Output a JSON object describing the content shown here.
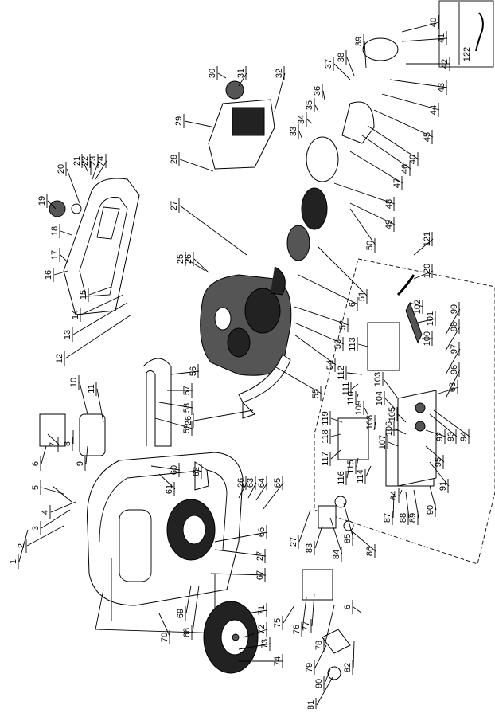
{
  "diagram": {
    "callouts": [
      {
        "n": "1",
        "t": "1"
      },
      {
        "n": "2",
        "t": "2"
      },
      {
        "n": "3",
        "t": "3"
      },
      {
        "n": "4",
        "t": "4"
      },
      {
        "n": "5",
        "t": "5"
      },
      {
        "n": "6a",
        "t": "6"
      },
      {
        "n": "7",
        "t": "7"
      },
      {
        "n": "8",
        "t": "8"
      },
      {
        "n": "9",
        "t": "9"
      },
      {
        "n": "10",
        "t": "10"
      },
      {
        "n": "11",
        "t": "11"
      },
      {
        "n": "12",
        "t": "12"
      },
      {
        "n": "13",
        "t": "13"
      },
      {
        "n": "14",
        "t": "14"
      },
      {
        "n": "15",
        "t": "15"
      },
      {
        "n": "16",
        "t": "16"
      },
      {
        "n": "17",
        "t": "17"
      },
      {
        "n": "18",
        "t": "18"
      },
      {
        "n": "19",
        "t": "19"
      },
      {
        "n": "20",
        "t": "20"
      },
      {
        "n": "21",
        "t": "21"
      },
      {
        "n": "22",
        "t": "22"
      },
      {
        "n": "23",
        "t": "23"
      },
      {
        "n": "24",
        "t": "24"
      },
      {
        "n": "25",
        "t": "25"
      },
      {
        "n": "26a",
        "t": "26"
      },
      {
        "n": "27a",
        "t": "27"
      },
      {
        "n": "28",
        "t": "28"
      },
      {
        "n": "29",
        "t": "29"
      },
      {
        "n": "30",
        "t": "30"
      },
      {
        "n": "31",
        "t": "31"
      },
      {
        "n": "32",
        "t": "32"
      },
      {
        "n": "33",
        "t": "33"
      },
      {
        "n": "34",
        "t": "34"
      },
      {
        "n": "35",
        "t": "35"
      },
      {
        "n": "36",
        "t": "36"
      },
      {
        "n": "37",
        "t": "37"
      },
      {
        "n": "38",
        "t": "38"
      },
      {
        "n": "39",
        "t": "39"
      },
      {
        "n": "40a",
        "t": "40"
      },
      {
        "n": "41",
        "t": "41"
      },
      {
        "n": "42",
        "t": "42"
      },
      {
        "n": "43",
        "t": "43"
      },
      {
        "n": "44",
        "t": "44"
      },
      {
        "n": "45",
        "t": "45"
      },
      {
        "n": "40b",
        "t": "40"
      },
      {
        "n": "46",
        "t": "46"
      },
      {
        "n": "47",
        "t": "47"
      },
      {
        "n": "48",
        "t": "48"
      },
      {
        "n": "49",
        "t": "49"
      },
      {
        "n": "50",
        "t": "50"
      },
      {
        "n": "51",
        "t": "51"
      },
      {
        "n": "6b",
        "t": "6"
      },
      {
        "n": "52",
        "t": "52"
      },
      {
        "n": "53",
        "t": "53"
      },
      {
        "n": "54",
        "t": "54"
      },
      {
        "n": "55",
        "t": "55"
      },
      {
        "n": "56",
        "t": "56"
      },
      {
        "n": "57",
        "t": "57"
      },
      {
        "n": "58",
        "t": "58"
      },
      {
        "n": "59",
        "t": "59"
      },
      {
        "n": "26b",
        "t": "26"
      },
      {
        "n": "60",
        "t": "60"
      },
      {
        "n": "61",
        "t": "61"
      },
      {
        "n": "62",
        "t": "62"
      },
      {
        "n": "26c",
        "t": "26"
      },
      {
        "n": "63",
        "t": "63"
      },
      {
        "n": "64",
        "t": "64"
      },
      {
        "n": "65",
        "t": "65"
      },
      {
        "n": "66",
        "t": "66"
      },
      {
        "n": "27b",
        "t": "27"
      },
      {
        "n": "67",
        "t": "67"
      },
      {
        "n": "68",
        "t": "68"
      },
      {
        "n": "69",
        "t": "69"
      },
      {
        "n": "70",
        "t": "70"
      },
      {
        "n": "71",
        "t": "71"
      },
      {
        "n": "72",
        "t": "72"
      },
      {
        "n": "73",
        "t": "73"
      },
      {
        "n": "74",
        "t": "74"
      },
      {
        "n": "75",
        "t": "75"
      },
      {
        "n": "76",
        "t": "76"
      },
      {
        "n": "77",
        "t": "77"
      },
      {
        "n": "78",
        "t": "78"
      },
      {
        "n": "79",
        "t": "79"
      },
      {
        "n": "80",
        "t": "80"
      },
      {
        "n": "81",
        "t": "81"
      },
      {
        "n": "82",
        "t": "82"
      },
      {
        "n": "6c",
        "t": "6"
      },
      {
        "n": "27c",
        "t": "27"
      },
      {
        "n": "83",
        "t": "83"
      },
      {
        "n": "84",
        "t": "84"
      },
      {
        "n": "85",
        "t": "85"
      },
      {
        "n": "86",
        "t": "86"
      },
      {
        "n": "87",
        "t": "87"
      },
      {
        "n": "88",
        "t": "88"
      },
      {
        "n": "89",
        "t": "89"
      },
      {
        "n": "90",
        "t": "90"
      },
      {
        "n": "64b",
        "t": "64"
      },
      {
        "n": "91",
        "t": "91"
      },
      {
        "n": "92",
        "t": "92"
      },
      {
        "n": "93",
        "t": "93"
      },
      {
        "n": "94",
        "t": "94"
      },
      {
        "n": "95",
        "t": "95"
      },
      {
        "n": "63b",
        "t": "63"
      },
      {
        "n": "96",
        "t": "96"
      },
      {
        "n": "97",
        "t": "97"
      },
      {
        "n": "98",
        "t": "98"
      },
      {
        "n": "99",
        "t": "99"
      },
      {
        "n": "100",
        "t": "100"
      },
      {
        "n": "101",
        "t": "101"
      },
      {
        "n": "102",
        "t": "102"
      },
      {
        "n": "103",
        "t": "103"
      },
      {
        "n": "104",
        "t": "104"
      },
      {
        "n": "105",
        "t": "105"
      },
      {
        "n": "106",
        "t": "106"
      },
      {
        "n": "107",
        "t": "107"
      },
      {
        "n": "108",
        "t": "108"
      },
      {
        "n": "109",
        "t": "109"
      },
      {
        "n": "110",
        "t": "110"
      },
      {
        "n": "111",
        "t": "111"
      },
      {
        "n": "112",
        "t": "112"
      },
      {
        "n": "113",
        "t": "113"
      },
      {
        "n": "114",
        "t": "114"
      },
      {
        "n": "115",
        "t": "115"
      },
      {
        "n": "116",
        "t": "116"
      },
      {
        "n": "117",
        "t": "117"
      },
      {
        "n": "118",
        "t": "118"
      },
      {
        "n": "119",
        "t": "119"
      },
      {
        "n": "120",
        "t": "120"
      },
      {
        "n": "121",
        "t": "121"
      },
      {
        "n": "122",
        "t": "122"
      }
    ]
  }
}
